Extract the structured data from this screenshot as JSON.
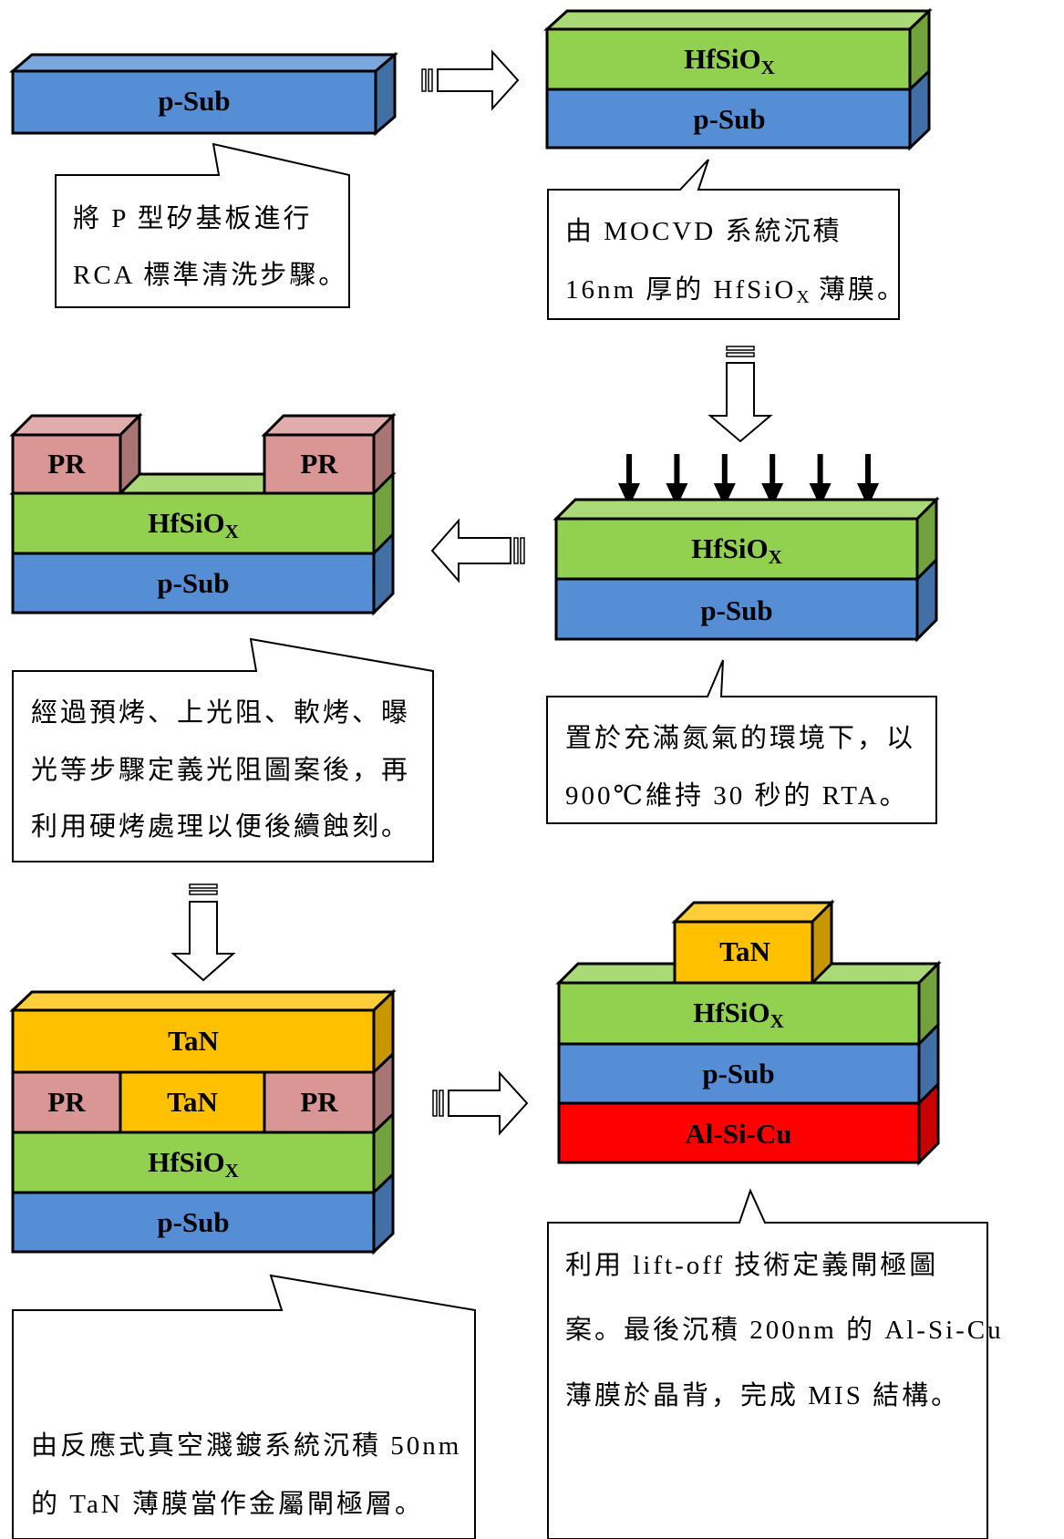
{
  "colors": {
    "substrate": "#558ED5",
    "hfsio": "#92D050",
    "pr": "#D99694",
    "tan": "#FFC000",
    "alsicu": "#FF0000",
    "outline": "#000000"
  },
  "step1": {
    "layers": {
      "psub": "p-Sub"
    },
    "caption": [
      "將 P 型矽基板進行",
      "RCA 標準清洗步驟。"
    ]
  },
  "step2": {
    "layers": {
      "hfsio_base": "HfSiO",
      "hfsio_sub": "X",
      "psub": "p-Sub"
    },
    "caption": {
      "line1": "由 MOCVD 系統沉積",
      "line2_pre": "16nm 厚的 HfSiO",
      "line2_sub": "X",
      "line2_post": " 薄膜。"
    }
  },
  "step3": {
    "arrow_count": 6,
    "layers": {
      "hfsio_base": "HfSiO",
      "hfsio_sub": "X",
      "psub": "p-Sub"
    },
    "caption": [
      "置於充滿氮氣的環境下，以",
      "900℃維持 30 秒的 RTA。"
    ]
  },
  "step4": {
    "layers": {
      "pr_left": "PR",
      "pr_right": "PR",
      "hfsio_base": "HfSiO",
      "hfsio_sub": "X",
      "psub": "p-Sub"
    },
    "caption": [
      "經過預烤、上光阻、軟烤、曝",
      "光等步驟定義光阻圖案後，再",
      "利用硬烤處理以便後續蝕刻。"
    ]
  },
  "step5": {
    "layers": {
      "tan_top": "TaN",
      "pr_left": "PR",
      "tan_mid": "TaN",
      "pr_right": "PR",
      "hfsio_base": "HfSiO",
      "hfsio_sub": "X",
      "psub": "p-Sub"
    },
    "caption": [
      "由反應式真空濺鍍系統沉積 50nm",
      "的 TaN 薄膜當作金屬閘極層。"
    ]
  },
  "step6": {
    "layers": {
      "tan": "TaN",
      "hfsio_base": "HfSiO",
      "hfsio_sub": "X",
      "psub": "p-Sub",
      "alsicu": "Al-Si-Cu"
    },
    "caption": [
      "利用 lift-off 技術定義閘極圖",
      "案。最後沉積 200nm 的 Al-Si-Cu",
      "薄膜於晶背，完成 MIS 結構。"
    ]
  }
}
